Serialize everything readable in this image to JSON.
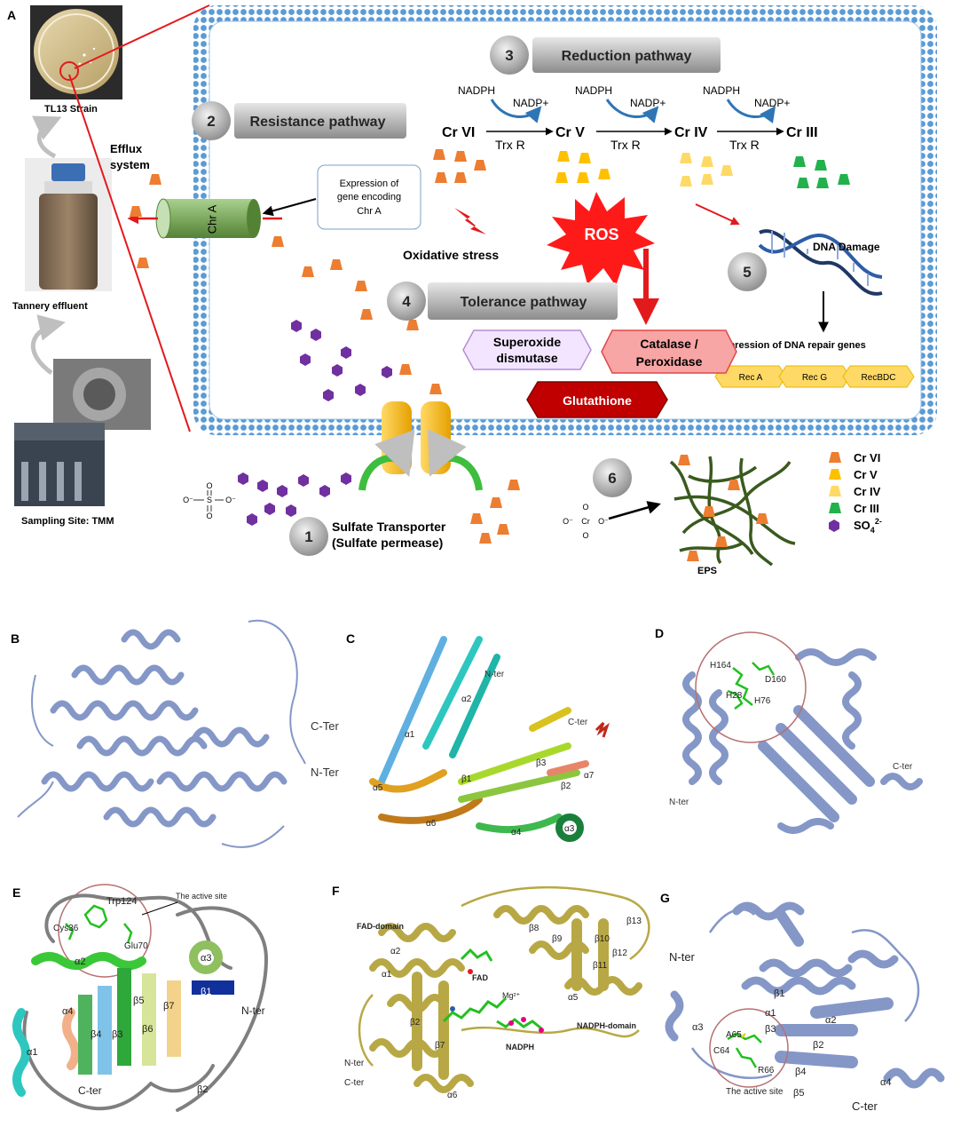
{
  "panel_a": {
    "letter": "A",
    "left_photos": {
      "strain": "TL13 Strain",
      "effluent": "Tannery effluent",
      "site": "Sampling Site: TMM"
    },
    "efflux": {
      "line1": "Efflux",
      "line2": "system"
    },
    "chr_a": "Chr A",
    "expression_box": {
      "line1": "Expression of",
      "line2": "gene encoding",
      "line3": "Chr A"
    },
    "pathways": {
      "p1": {
        "num": "1",
        "line1": "Sulfate Transporter",
        "line2": "(Sulfate permease)"
      },
      "p2": {
        "num": "2",
        "label": "Resistance pathway"
      },
      "p3": {
        "num": "3",
        "label": "Reduction pathway"
      },
      "p4": {
        "num": "4",
        "label": "Tolerance pathway"
      },
      "p5": {
        "num": "5",
        "label": "DNA Damage"
      },
      "p6": {
        "num": "6",
        "label": "EPS"
      }
    },
    "reduction": {
      "species": [
        "Cr VI",
        "Cr V",
        "Cr IV",
        "Cr III"
      ],
      "nadph": "NADPH",
      "nadp": "NADP+",
      "enzyme": "Trx R"
    },
    "oxidative_stress": "Oxidative stress",
    "ros": "ROS",
    "enzymes": {
      "sod_line1": "Superoxide",
      "sod_line2": "dismutase",
      "cat_line1": "Catalase /",
      "cat_line2": "Peroxidase",
      "gsh": "Glutathione"
    },
    "dna_repair": {
      "title": "Expression of DNA repair genes",
      "genes": [
        "Rec A",
        "Rec G",
        "RecBDC"
      ]
    },
    "sulfate_chem": {
      "top": "O",
      "left": "O⁻",
      "center": "S",
      "right": "O⁻",
      "bottom": "O"
    },
    "chromate_chem": {
      "top": "O",
      "left": "O⁻",
      "center": "Cr",
      "right": "O⁻",
      "bottom": "O"
    },
    "legend": [
      {
        "label": "Cr VI",
        "color": "#ed7d31",
        "shape": "trapezoid"
      },
      {
        "label": "Cr V",
        "color": "#ffc000",
        "shape": "trapezoid"
      },
      {
        "label": "Cr IV",
        "color": "#ffd966",
        "shape": "trapezoid"
      },
      {
        "label": "Cr III",
        "color": "#22b14c",
        "shape": "trapezoid"
      },
      {
        "label": "SO",
        "sup": "2-",
        "sub": "4",
        "color": "#7030a0",
        "shape": "hexagon"
      }
    ]
  },
  "panel_b": {
    "letter": "B",
    "labels": [
      "C-Ter",
      "N-Ter"
    ]
  },
  "panel_c": {
    "letter": "C",
    "labels": [
      "N-ter",
      "C-ter",
      "α1",
      "α2",
      "α5",
      "α6",
      "α4",
      "α3",
      "α7",
      "β1",
      "β2",
      "β3"
    ]
  },
  "panel_d": {
    "letter": "D",
    "labels": [
      "H164",
      "D160",
      "H28",
      "H76",
      "N-ter",
      "C-ter"
    ]
  },
  "panel_e": {
    "letter": "E",
    "labels": [
      "Trp124",
      "The active site",
      "Cys36",
      "Glu70",
      "α2",
      "α3",
      "α1",
      "α4",
      "β5",
      "β7",
      "β3",
      "β4",
      "β6",
      "β1",
      "N-ter",
      "C-ter",
      "β2"
    ]
  },
  "panel_f": {
    "letter": "F",
    "labels": [
      "FAD-domain",
      "FAD",
      "Mg²⁺",
      "NADPH",
      "NADPH-domain",
      "N-ter",
      "C-ter",
      "α2",
      "α1",
      "β2",
      "β7",
      "β8",
      "β9",
      "β10",
      "β12",
      "β11",
      "β13",
      "α5",
      "α6"
    ]
  },
  "panel_g": {
    "letter": "G",
    "labels": [
      "N-ter",
      "β1",
      "α1",
      "β3",
      "α2",
      "β2",
      "α3",
      "A65",
      "C64",
      "R66",
      "β4",
      "α4",
      "β5",
      "C-ter",
      "The active site"
    ]
  },
  "colors": {
    "membrane": "#5b9bd5",
    "cr6": "#ed7d31",
    "cr5": "#ffc000",
    "cr4": "#ffd966",
    "cr3": "#22b14c",
    "sulfate": "#7030a0",
    "red": "#e31a1c",
    "protein_blue": "#8497c7",
    "protein_olive": "#b8a845"
  }
}
